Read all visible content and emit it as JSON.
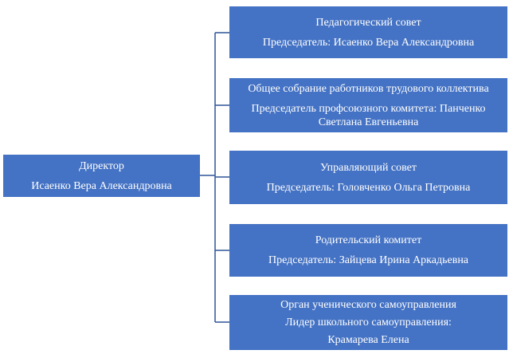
{
  "director": {
    "title": "Директор",
    "name": "Исаенко Вера Александровна"
  },
  "bodies": [
    {
      "title": "Педагогический совет",
      "lines": [
        "Председатель: Исаенко Вера Александровна"
      ]
    },
    {
      "title": "Общее собрание работников трудового коллектива",
      "lines": [
        "Председатель профсоюзного комитета: Панченко",
        "Светлана Евгеньевна"
      ]
    },
    {
      "title": "Управляющий совет",
      "lines": [
        "Председатель: Головченко Ольга Петровна"
      ]
    },
    {
      "title": "Родительский комитет",
      "lines": [
        "Председатель: Зайцева Ирина Аркадьевна"
      ]
    },
    {
      "title": "Орган ученического самоуправления",
      "lines": [
        "Лидер школьного самоуправления:",
        "Крамарева Елена"
      ]
    }
  ],
  "colors": {
    "box": "#4472c4",
    "line": "#2f5597",
    "text": "#ffffff"
  }
}
